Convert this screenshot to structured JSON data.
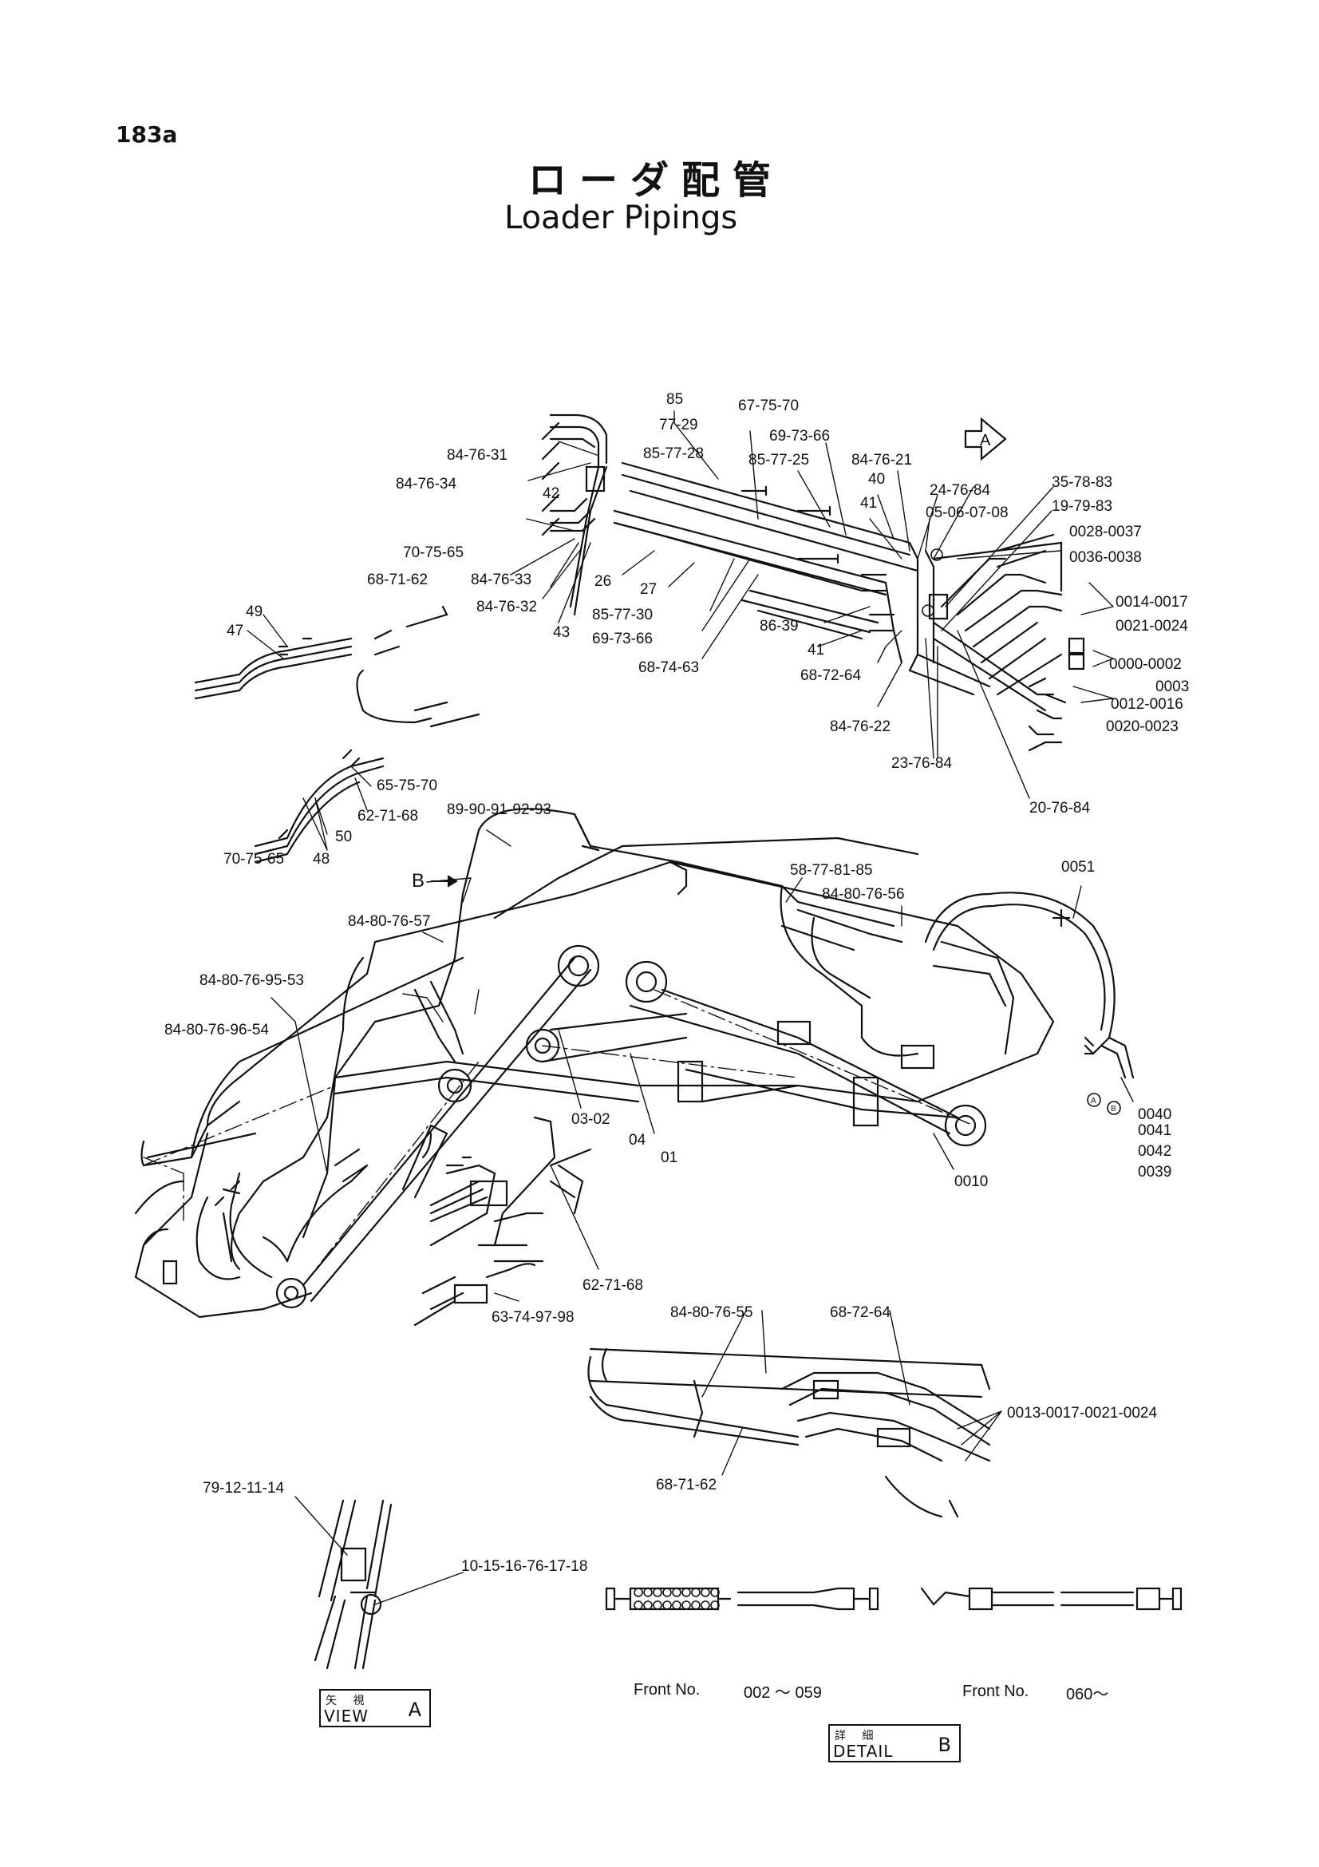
{
  "page": {
    "number": "183a",
    "title_jp": "ローダ配管",
    "title_en": "Loader Pipings"
  },
  "top_assembly": {
    "labels": [
      "85",
      "77-29",
      "67-75-70",
      "69-73-66",
      "85-77-28",
      "85-77-25",
      "84-76-21",
      "84-76-31",
      "84-76-34",
      "42",
      "40",
      "41",
      "24-76-84",
      "05-06-07-08",
      "35-78-83",
      "19-79-83",
      "0028-0037",
      "0036-0038",
      "70-75-65",
      "68-71-62",
      "84-76-33",
      "84-76-32",
      "43",
      "26",
      "27",
      "85-77-30",
      "69-73-66",
      "68-74-63",
      "86-39",
      "41",
      "68-72-64",
      "0014-0017",
      "0021-0024",
      "0000-0002",
      "0003",
      "0012-0016",
      "0020-0023",
      "84-76-22",
      "23-76-84",
      "20-76-84"
    ],
    "view_marker": "A"
  },
  "left_detail": {
    "labels": [
      "49",
      "47",
      "65-75-70",
      "62-71-68",
      "50",
      "70-75-65",
      "48"
    ]
  },
  "main_boom": {
    "labels": [
      "89-90-91-92-93",
      "B",
      "84-80-76-57",
      "58-77-81-85",
      "84-80-76-56",
      "0051",
      "84-80-76-95-53",
      "84-80-76-96-54",
      "03-02",
      "04",
      "01",
      "0010",
      "0040",
      "0041",
      "0042",
      "0039",
      "62-71-68",
      "63-74-97-98"
    ],
    "circle_markers": [
      "A",
      "B"
    ]
  },
  "lower_detail": {
    "labels": [
      "84-80-76-55",
      "68-72-64",
      "0013-0017-0021-0024",
      "68-71-62"
    ]
  },
  "view_a": {
    "labels": [
      "79-12-11-14",
      "10-15-16-76-17-18"
    ],
    "box_small": "矢 視",
    "box_big": "VIEW",
    "box_letter": "A"
  },
  "detail_b": {
    "front_left": "Front No.",
    "range_left": "002 ～ 059",
    "front_right": "Front No.",
    "range_right": "060～",
    "box_small": "詳 細",
    "box_big": "DETAIL",
    "box_letter": "B"
  }
}
